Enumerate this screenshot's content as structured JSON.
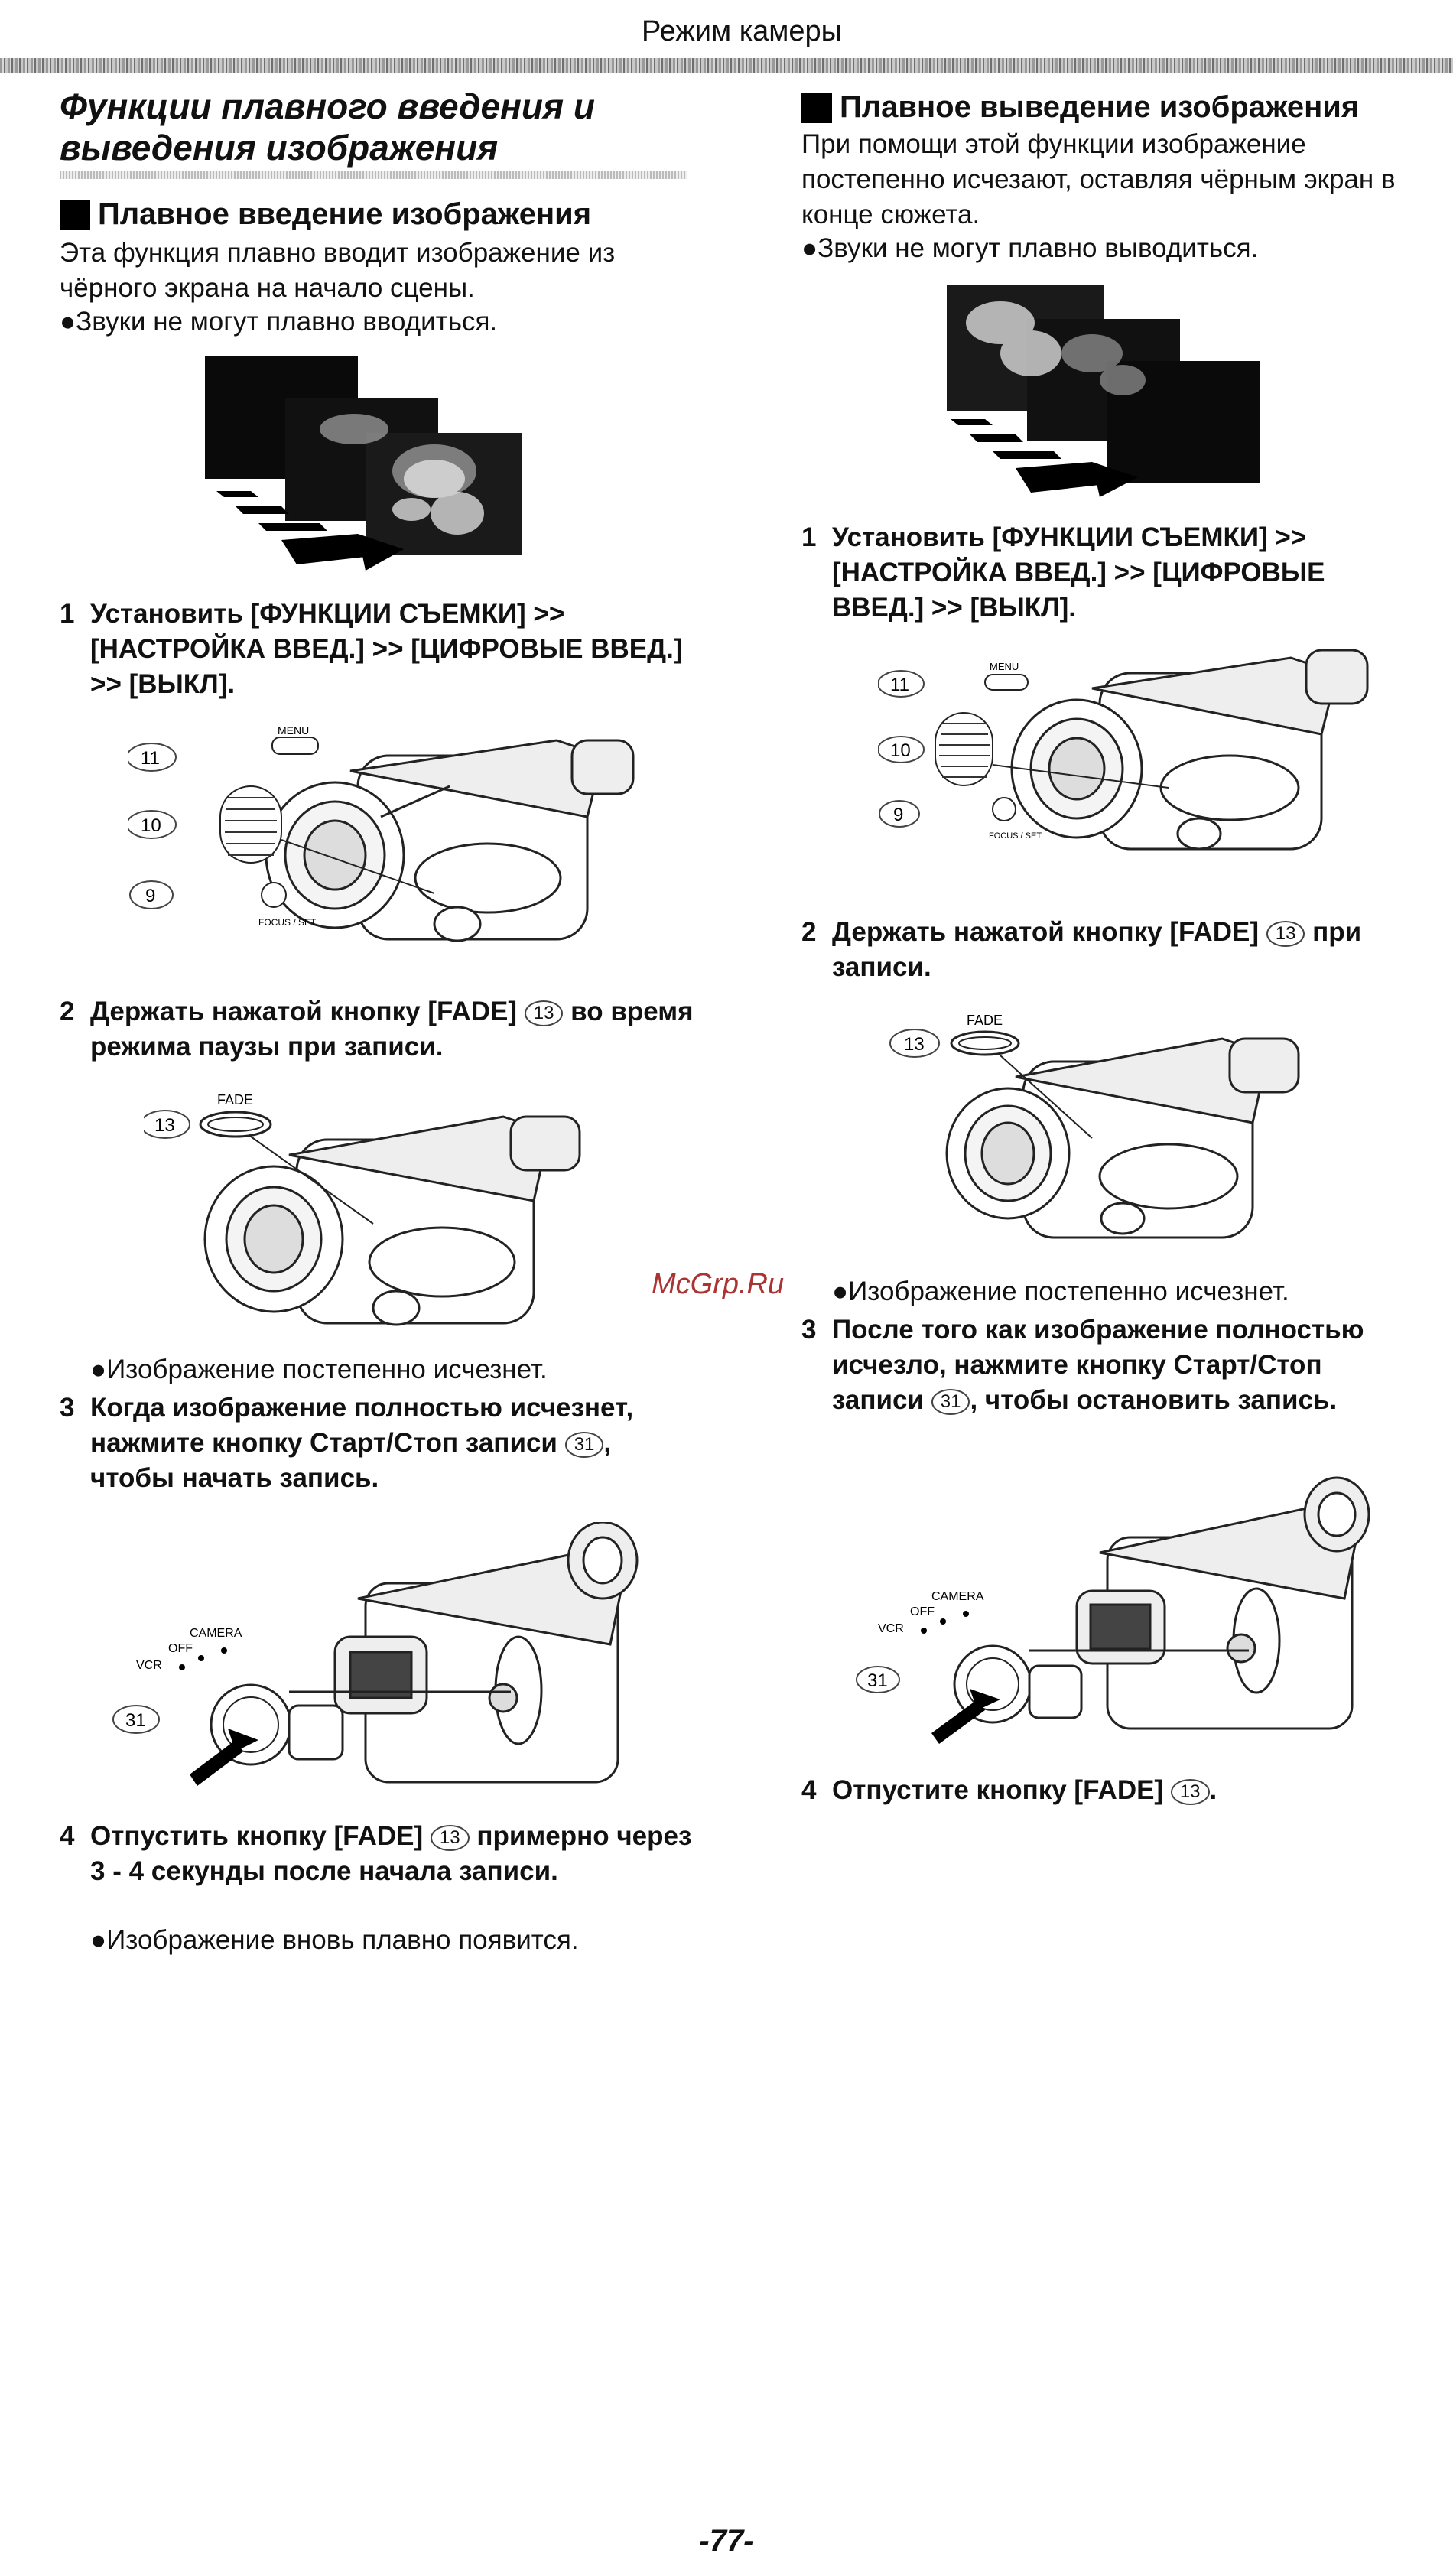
{
  "header": {
    "title": "Режим камеры"
  },
  "left": {
    "title": "Функции плавного введения и выведения изображения",
    "section_title": "Плавное введение изображения",
    "intro": "Эта функция плавно вводит изображение из чёрного экрана на начало сцены.",
    "note": "●Звуки не могут плавно вводиться.",
    "step1_num": "1",
    "step1_text": "Установить [ФУНКЦИИ СЪЕМКИ] >> [НАСТРОЙКА ВВЕД.] >> [ЦИФРОВЫЕ ВВЕД.] >> [ВЫКЛ].",
    "step2_num": "2",
    "step2_a": "Держать нажатой кнопку [FADE]",
    "step2_ref": "13",
    "step2_b": "во время режима паузы при записи.",
    "bullet2": "●Изображение постепенно исчезнет.",
    "step3_num": "3",
    "step3_a": "Когда изображение полностью исчезнет, нажмите кнопку Старт/Стоп записи",
    "step3_ref": "31",
    "step3_b": ", чтобы начать запись.",
    "step4_num": "4",
    "step4_a": "Отпустить кнопку [FADE]",
    "step4_ref": "13",
    "step4_b": "примерно через 3 - 4 секунды после начала записи.",
    "bullet4": "●Изображение вновь плавно появится."
  },
  "right": {
    "section_title": "Плавное выведение изображения",
    "intro": "При помощи этой функции изображение постепенно исчезают, оставляя чёрным экран в конце сюжета.",
    "note": "●Звуки не могут плавно выводиться.",
    "step1_num": "1",
    "step1_text": "Установить [ФУНКЦИИ СЪЕМКИ] >> [НАСТРОЙКА ВВЕД.] >> [ЦИФРОВЫЕ ВВЕД.] >> [ВЫКЛ].",
    "step2_num": "2",
    "step2_a": "Держать нажатой кнопку [FADE]",
    "step2_ref": "13",
    "step2_b": "при записи.",
    "bullet2": "●Изображение постепенно исчезнет.",
    "step3_num": "3",
    "step3_a": "После того как изображение полностью исчезло, нажмите кнопку Старт/Стоп записи",
    "step3_ref": "31",
    "step3_b": ", чтобы остановить запись.",
    "step4_num": "4",
    "step4_a": "Отпустите кнопку [FADE]",
    "step4_ref": "13",
    "step4_b": "."
  },
  "diagram_labels": {
    "menu": "MENU",
    "focus_set": "FOCUS / SET",
    "ref_11": "11",
    "ref_10": "10",
    "ref_9": "9",
    "ref_13": "13",
    "ref_31": "31",
    "fade": "FADE",
    "camera": "CAMERA",
    "off": "OFF",
    "vcr": "VCR"
  },
  "watermark": "McGrp.Ru",
  "footer": {
    "page_number": "-77-"
  }
}
